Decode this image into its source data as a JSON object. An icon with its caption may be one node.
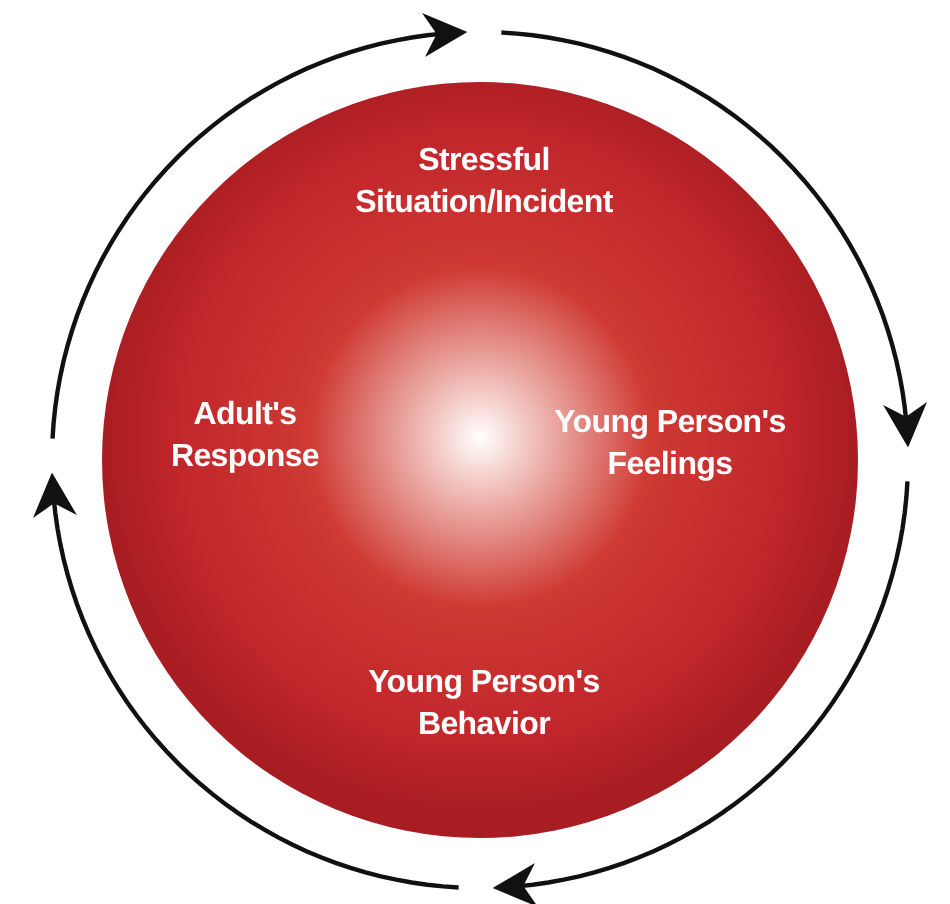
{
  "diagram": {
    "nodes": [
      {
        "text": [
          "Stressful Situation/Incident"
        ]
      },
      {
        "text": [
          "Young Person's Feelings"
        ]
      },
      {
        "text": [
          "Young Person's Behavior"
        ]
      },
      {
        "text": [
          "Adult's Response"
        ]
      }
    ],
    "edges": [
      {
        "from": 0,
        "to": 1,
        "arrow": "to"
      },
      {
        "from": 1,
        "to": 2,
        "arrow": "to"
      },
      {
        "from": 2,
        "to": 3,
        "arrow": "to"
      },
      {
        "from": 3,
        "to": 0,
        "arrow": "to"
      }
    ]
  }
}
